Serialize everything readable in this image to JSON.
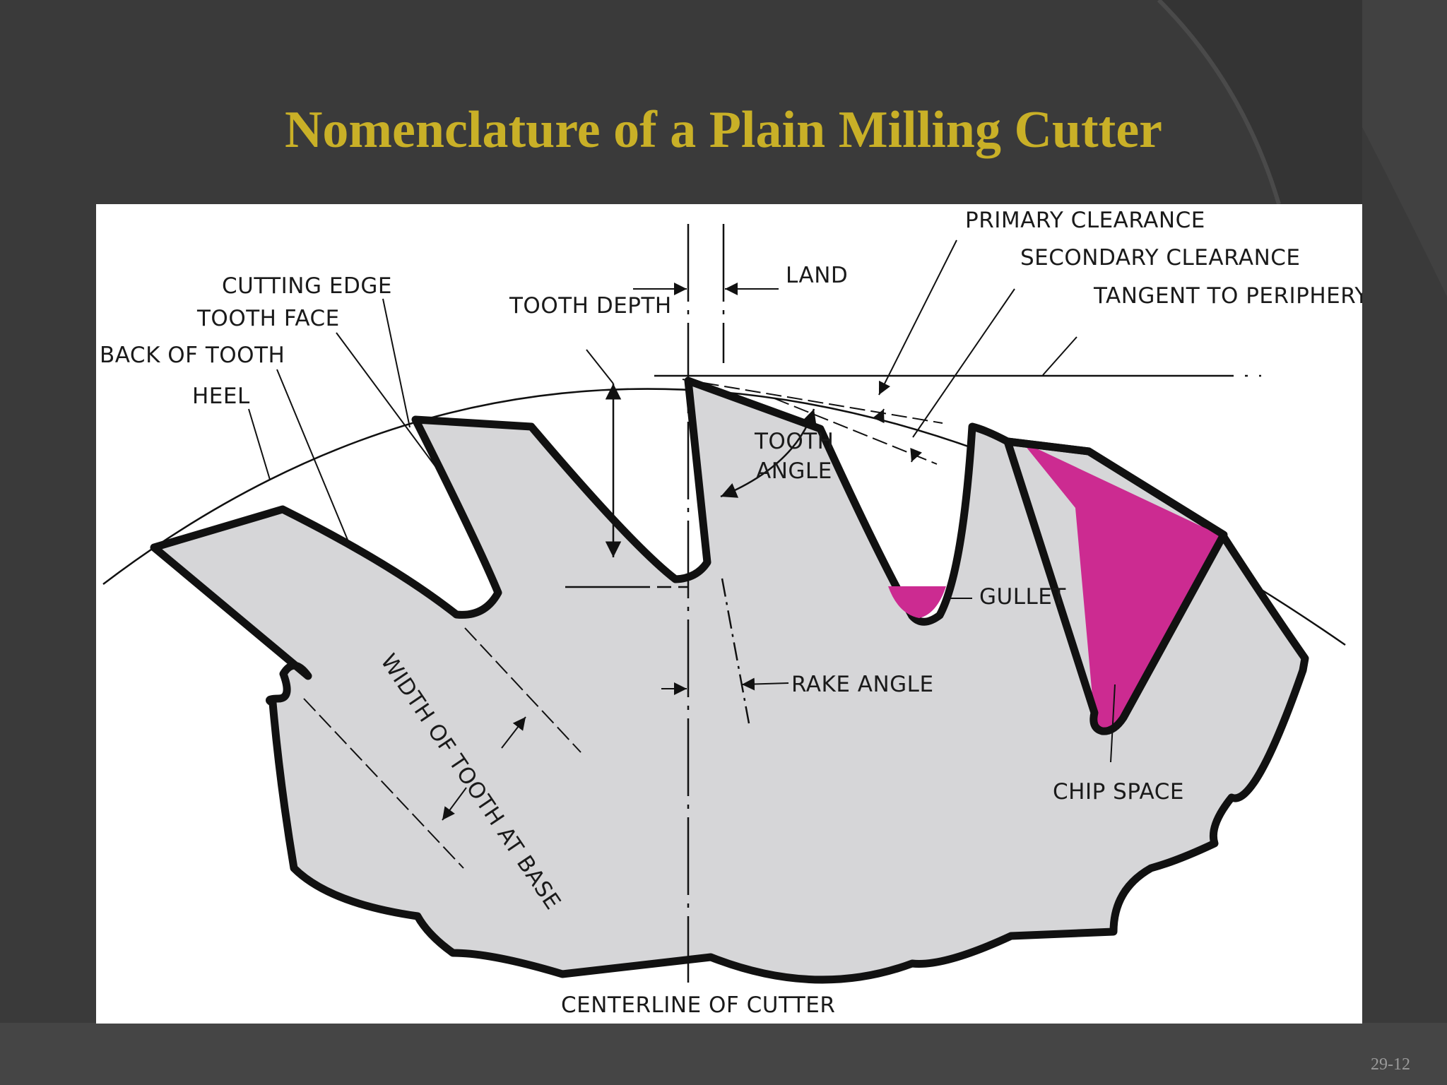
{
  "slide": {
    "title": "Nomenclature of a Plain Milling Cutter",
    "number": "29-12"
  },
  "diagram": {
    "labels": {
      "primary_clearance": "PRIMARY CLEARANCE",
      "secondary_clearance": "SECONDARY CLEARANCE",
      "tangent_to_periphery": "TANGENT TO PERIPHERY",
      "land": "LAND",
      "cutting_edge": "CUTTING EDGE",
      "tooth_face": "TOOTH FACE",
      "tooth_depth": "TOOTH DEPTH",
      "back_of_tooth": "BACK OF TOOTH",
      "heel": "HEEL",
      "tooth_angle_1": "TOOTH",
      "tooth_angle_2": "ANGLE",
      "gullet": "GULLET",
      "rake_angle": "RAKE ANGLE",
      "chip_space": "CHIP SPACE",
      "width_of_tooth_at_base": "WIDTH OF TOOTH AT BASE",
      "centerline_of_cutter": "CENTERLINE OF CUTTER"
    },
    "colors": {
      "cutter_body": "#d6d6d8",
      "highlight": "#cc2b91",
      "outline": "#111111",
      "title": "#c9b027"
    }
  }
}
